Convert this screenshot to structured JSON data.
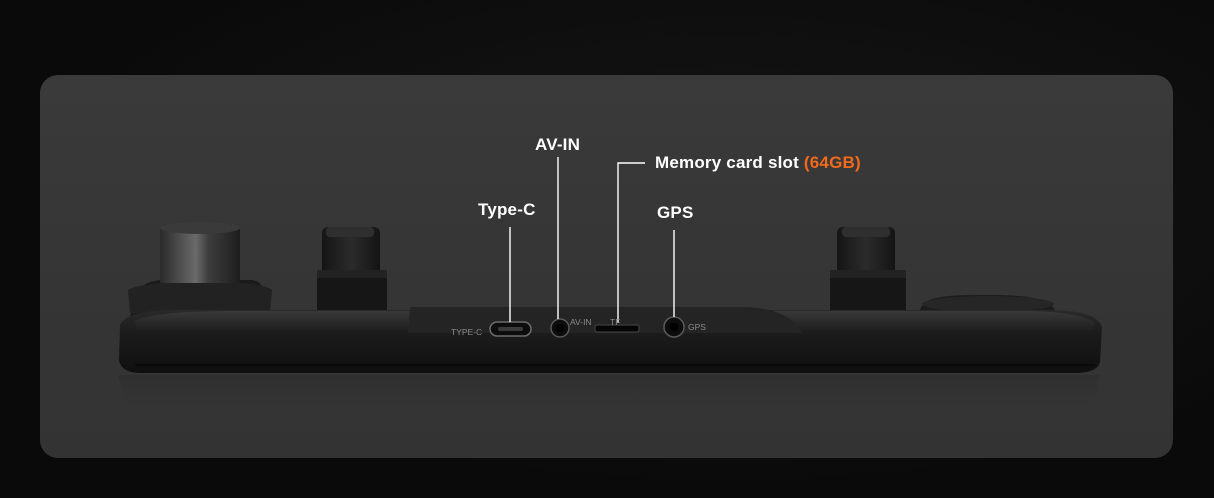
{
  "callouts": {
    "av_in": "AV-IN",
    "memory_card_label": "Memory card slot",
    "memory_card_capacity": "(64GB)",
    "type_c": "Type-C",
    "gps": "GPS"
  },
  "device_port_labels": {
    "type_c": "TYPE-C",
    "av_in": "AV-IN",
    "tf": "TF",
    "gps": "GPS"
  },
  "colors": {
    "accent": "#f26a1b",
    "panel": "#383838",
    "text": "#ffffff"
  }
}
